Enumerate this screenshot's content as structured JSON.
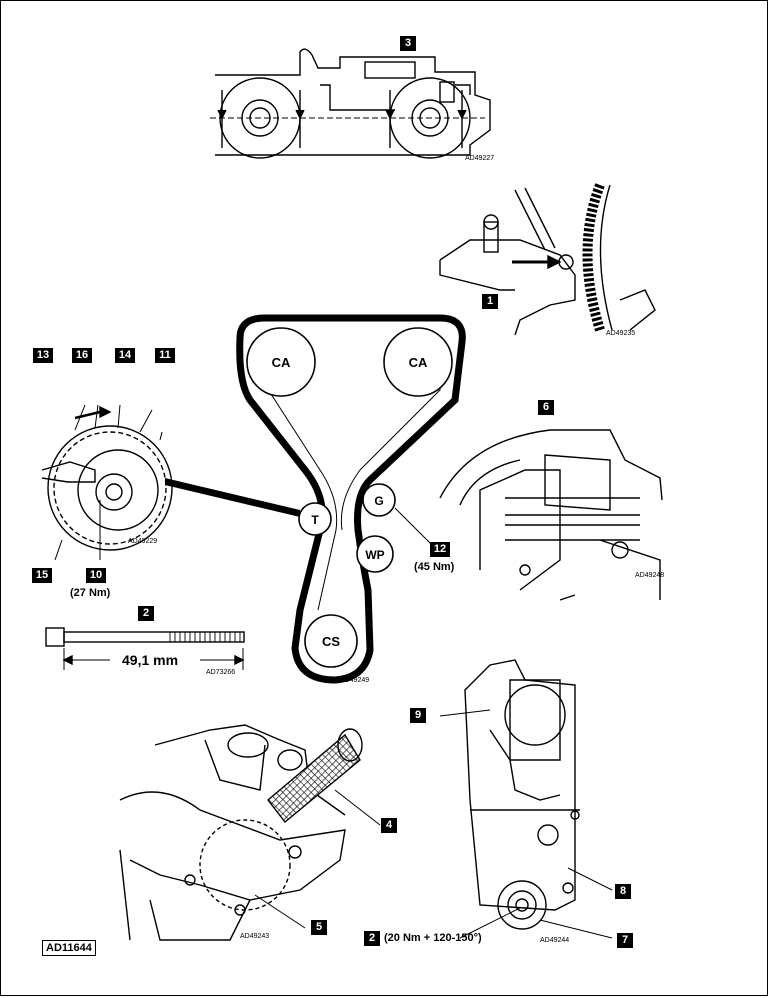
{
  "callouts": [
    "1",
    "2",
    "3",
    "4",
    "5",
    "6",
    "7",
    "8",
    "9",
    "10",
    "11",
    "12",
    "13",
    "14",
    "15",
    "16"
  ],
  "belt_labels": {
    "cam_left": "CA",
    "cam_right": "CA",
    "tensioner": "T",
    "idler": "G",
    "water_pump": "WP",
    "crank": "CS"
  },
  "torques": {
    "tensioner_nut": "(27 Nm)",
    "idler": "(45 Nm)",
    "crank_bolt": "(20 Nm + 120-150°)"
  },
  "bolt_length": "49,1 mm",
  "figure_codes": {
    "cam_align": "AD49227",
    "flywheel_lock": "AD49235",
    "tensioner": "AD49229",
    "belt_layout": "AD49249",
    "bolt": "AD73266",
    "cam_tool": "AD49248",
    "housing_tool": "AD49243",
    "crank_pulley": "AD49244"
  },
  "ref_code": "AD11644"
}
